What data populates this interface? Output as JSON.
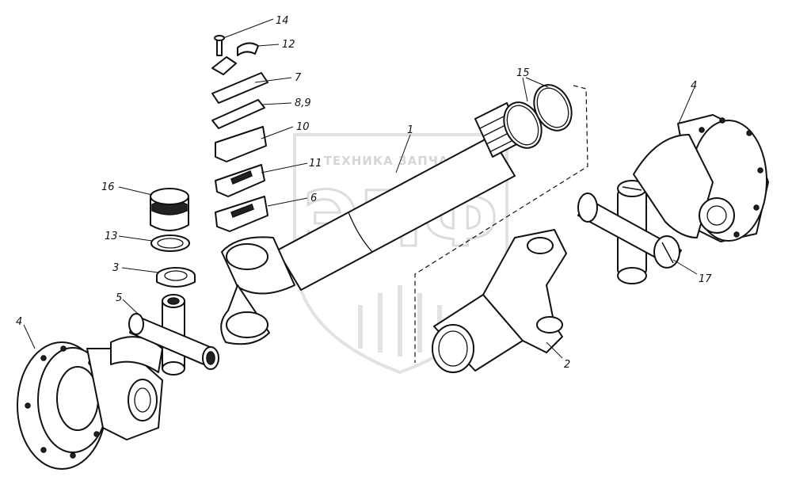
{
  "watermark": {
    "title": "ТЕХНИКА ЗАПЧАСТИ",
    "logo": "ЭПФ"
  },
  "callouts": [
    {
      "id": "c14",
      "label": "14"
    },
    {
      "id": "c12",
      "label": "12"
    },
    {
      "id": "c7",
      "label": "7"
    },
    {
      "id": "c89",
      "label": "8,9"
    },
    {
      "id": "c10",
      "label": "10"
    },
    {
      "id": "c11",
      "label": "11"
    },
    {
      "id": "c6",
      "label": "6"
    },
    {
      "id": "c1",
      "label": "1"
    },
    {
      "id": "c15a",
      "label": "15"
    },
    {
      "id": "c16",
      "label": "16"
    },
    {
      "id": "c13",
      "label": "13"
    },
    {
      "id": "c3",
      "label": "3"
    },
    {
      "id": "c5",
      "label": "5"
    },
    {
      "id": "c4a",
      "label": "4"
    },
    {
      "id": "c4b",
      "label": "4"
    },
    {
      "id": "c17",
      "label": "17"
    },
    {
      "id": "c2",
      "label": "2"
    }
  ]
}
